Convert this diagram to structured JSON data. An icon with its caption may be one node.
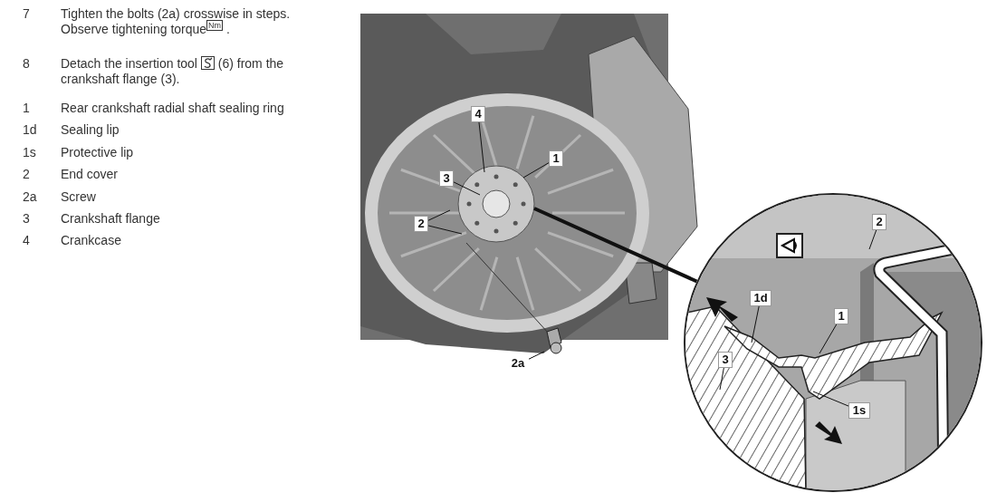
{
  "diagram": {
    "nodes": [
      {
        "text": [
          "4"
        ]
      },
      {
        "text": [
          "1"
        ]
      },
      {
        "text": [
          "3"
        ]
      },
      {
        "text": [
          "2"
        ]
      },
      {
        "text": [
          "2a"
        ]
      },
      {
        "text": [],
        "shape": "circle"
      },
      {
        "text": [
          "2"
        ],
        "in": 5
      },
      {
        "text": [
          "1d"
        ],
        "in": 5
      },
      {
        "text": [
          "1"
        ],
        "in": 5
      },
      {
        "text": [
          "3"
        ],
        "in": 5
      },
      {
        "text": [
          "1s"
        ],
        "in": 5
      }
    ],
    "edges": [
      {
        "from": 0,
        "to": null,
        "arrow": "none"
      },
      {
        "from": 1,
        "to": null,
        "arrow": "none"
      },
      {
        "from": 2,
        "to": null,
        "arrow": "none"
      },
      {
        "from": 3,
        "to": null,
        "arrow": "none"
      },
      {
        "from": 3,
        "to": null,
        "arrow": "none"
      },
      {
        "from": 4,
        "to": null,
        "arrow": "none"
      },
      {
        "from": null,
        "to": 5,
        "arrow": "none",
        "style": "thick"
      },
      {
        "from": 6,
        "to": null,
        "arrow": "none"
      },
      {
        "from": 7,
        "to": null,
        "arrow": "none"
      },
      {
        "from": 8,
        "to": null,
        "arrow": "none"
      },
      {
        "from": 9,
        "to": null,
        "arrow": "none"
      },
      {
        "from": 10,
        "to": null,
        "arrow": "none"
      }
    ],
    "labels": [
      "7",
      "Tighten the bolts (2a) crosswise in steps. Observe tightening torque$^{Nm}$ .",
      "8",
      "Detach the insertion tool",
      "(6) from the crankshaft flange (3).",
      "1",
      "Rear crankshaft radial shaft sealing ring",
      "1d",
      "Sealing lip",
      "1s",
      "Protective lip",
      "2",
      "End cover",
      "2a",
      "Screw",
      "3",
      "Crankshaft flange",
      "4",
      "Crankcase"
    ]
  }
}
